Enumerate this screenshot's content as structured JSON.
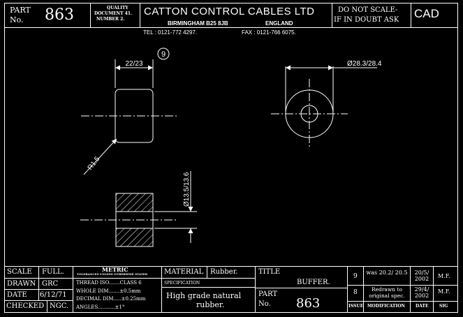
{
  "header": {
    "part_label_1": "PART",
    "part_label_2": "No.",
    "part_no": "863",
    "quality_1": "QUALITY",
    "quality_2": "DOCUMENT 41.",
    "quality_3": "NUMBER 2.",
    "company": "CATTON CONTROL CABLES LTD",
    "address": "BIRMINGHAM B25 8JB",
    "country": "ENGLAND",
    "tel": "TEL : 0121-772 4297.",
    "fax": "FAX : 0121-766 6075.",
    "scale_note_1": "DO NOT SCALE-",
    "scale_note_2": "IF IN DOUBT ASK",
    "cad": "CAD"
  },
  "drawing": {
    "balloon": "9",
    "dim_length": "22/23",
    "dim_outer": "Ø28.3/28.4",
    "dim_radius": "R1.5",
    "dim_bore": "Ø13.5/13.6"
  },
  "titleblock": {
    "scale_label": "SCALE",
    "scale_value": "FULL.",
    "drawn_label": "DRAWN",
    "drawn_value": "GRC",
    "date_label": "DATE",
    "date_value": "6/12/71",
    "checked_label": "CHECKED",
    "checked_value": "NGC.",
    "metric": "METRIC",
    "tolerance_note": "TOLERANCES UNLESS OTHERWISE STATED",
    "thread": "THREAD ISO.......CLASS 6",
    "whole_dim": "WHOLE DIM.......±0.5mm",
    "decimal_dim": "DECIMAL DIM.....±0.25mm",
    "angles": "ANGLES...........±1°",
    "material_label": "MATERIAL",
    "material_value": "Rubber.",
    "spec_label": "SPECIFICATION",
    "spec_value_1": "High grade natural",
    "spec_value_2": "rubber.",
    "title_label": "TITLE",
    "title_value": "BUFFER.",
    "part_label_1": "PART",
    "part_label_2": "No.",
    "part_value": "863",
    "revisions": [
      {
        "issue": "9",
        "modification": "was 20.2/ 20.5",
        "date": "20/5/ 2002",
        "sig": "M.F."
      },
      {
        "issue": "8",
        "modification": "Redrawn to original spec.",
        "date": "29/4/ 2002",
        "sig": "M.F."
      }
    ],
    "col_issue": "ISSUE",
    "col_modification": "MODIFICATION",
    "col_date": "DATE",
    "col_sig": "SIG"
  }
}
